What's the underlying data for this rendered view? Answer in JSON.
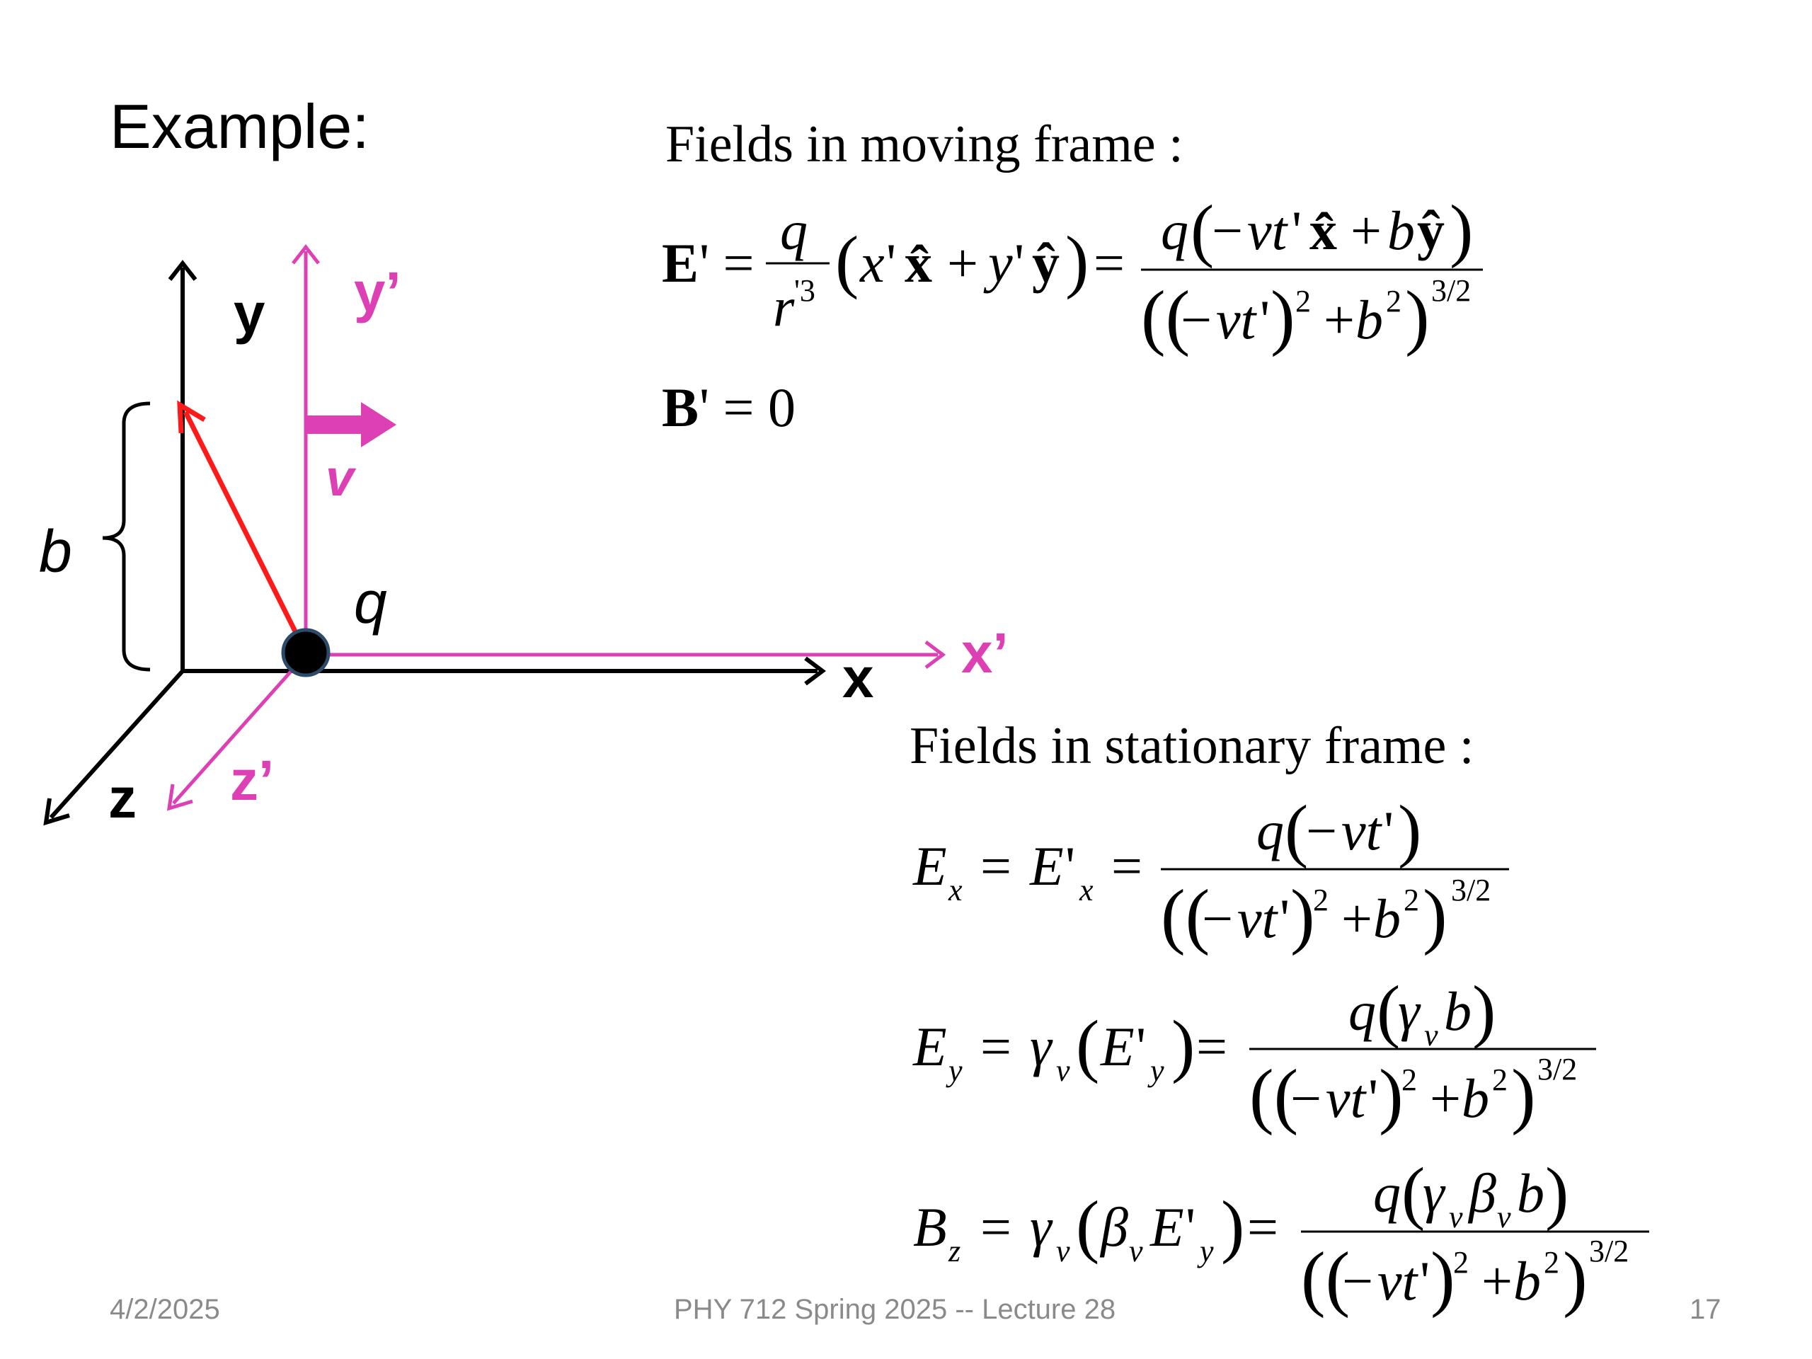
{
  "slide": {
    "title": "Example:",
    "footer": {
      "date": "4/2/2025",
      "course": "PHY 712  Spring 2025 -- Lecture 28",
      "page": "17"
    }
  },
  "diagram": {
    "labels": {
      "y": "y",
      "y_prime": "y’",
      "x": "x",
      "x_prime": "x’",
      "z": "z",
      "z_prime": "z’",
      "b": "b",
      "q": "q",
      "v": "v"
    }
  },
  "equations": {
    "moving_header": "Fields in moving frame :",
    "stationary_header": "Fields in stationary frame :",
    "b_prime": "B' = 0"
  },
  "colors": {
    "primed_axes": "#dd3fb4",
    "vector": "#ff1a1a",
    "velocity_arrow": "#dd3fb4",
    "footer": "#8a8a8a"
  }
}
